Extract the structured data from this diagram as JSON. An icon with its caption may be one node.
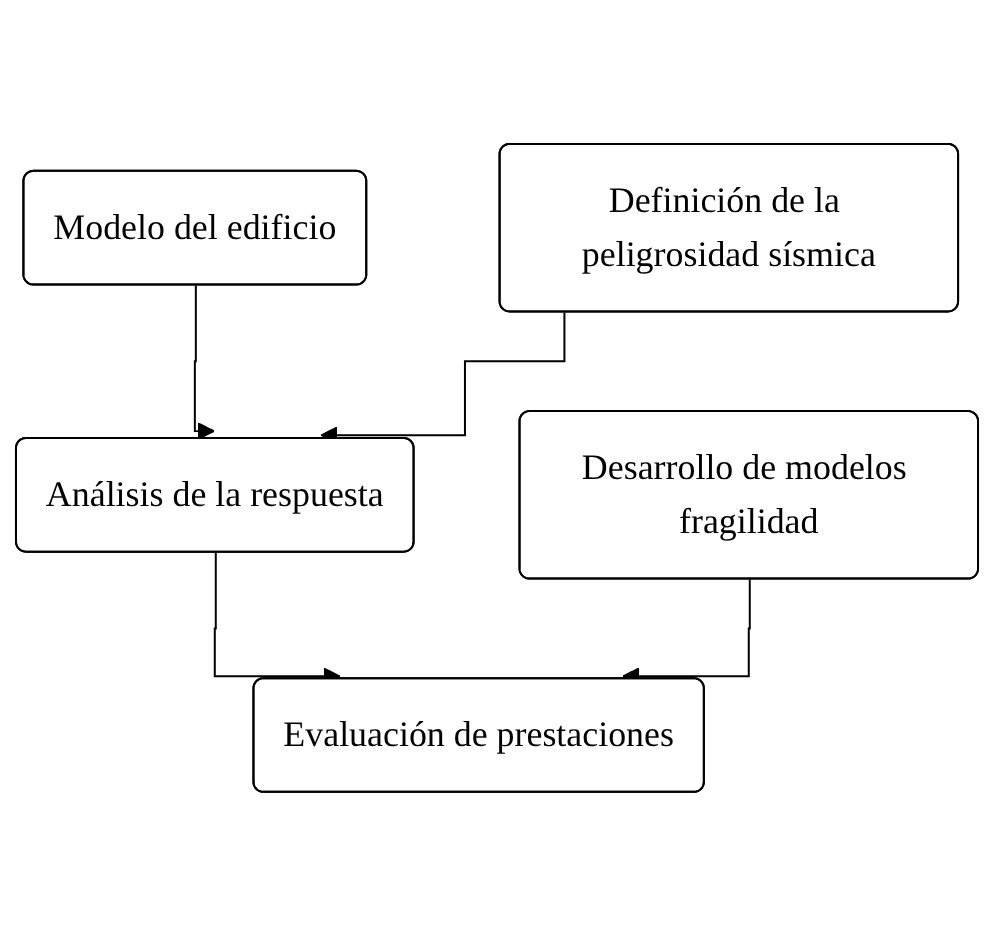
{
  "diagram": {
    "nodes": [
      {
        "text": [
          "Modelo del edificio"
        ]
      },
      {
        "text": [
          "Definición de la peligrosidad sísmica"
        ]
      },
      {
        "text": [
          "Análisis de la respuesta"
        ]
      },
      {
        "text": [
          "Desarrollo de modelos fragilidad"
        ]
      },
      {
        "text": [
          "Evaluación de prestaciones"
        ]
      }
    ],
    "edges": [
      {
        "from": 0,
        "to": 2,
        "arrow": "to"
      },
      {
        "from": 1,
        "to": 2,
        "arrow": "to"
      },
      {
        "from": 2,
        "to": 4,
        "arrow": "to"
      },
      {
        "from": 3,
        "to": 4,
        "arrow": "to"
      }
    ]
  }
}
